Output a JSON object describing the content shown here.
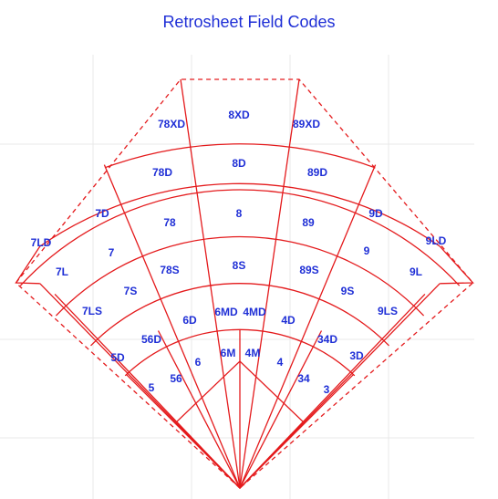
{
  "title": "Retrosheet Field Codes",
  "colors": {
    "title": "#1f2fd6",
    "labels": "#1f2fd6",
    "lines": "#e41a1c",
    "grid": "#e8e8e8"
  },
  "zones": {
    "row_xd": [
      "78XD",
      "8XD",
      "89XD"
    ],
    "row_d_outer": [
      "7LD",
      "7D",
      "78D",
      "8D",
      "89D",
      "9D",
      "9LD"
    ],
    "row_mid": [
      "7L",
      "7",
      "78",
      "8",
      "89",
      "9",
      "9L"
    ],
    "row_s": [
      "7LS",
      "7S",
      "78S",
      "8S",
      "89S",
      "9S",
      "9LS"
    ],
    "row_d_inner": [
      "5D",
      "56D",
      "6D",
      "6MD",
      "4MD",
      "4D",
      "34D",
      "3D"
    ],
    "row_infield": [
      "5",
      "56",
      "6",
      "6M",
      "4M",
      "4",
      "34",
      "3"
    ]
  }
}
